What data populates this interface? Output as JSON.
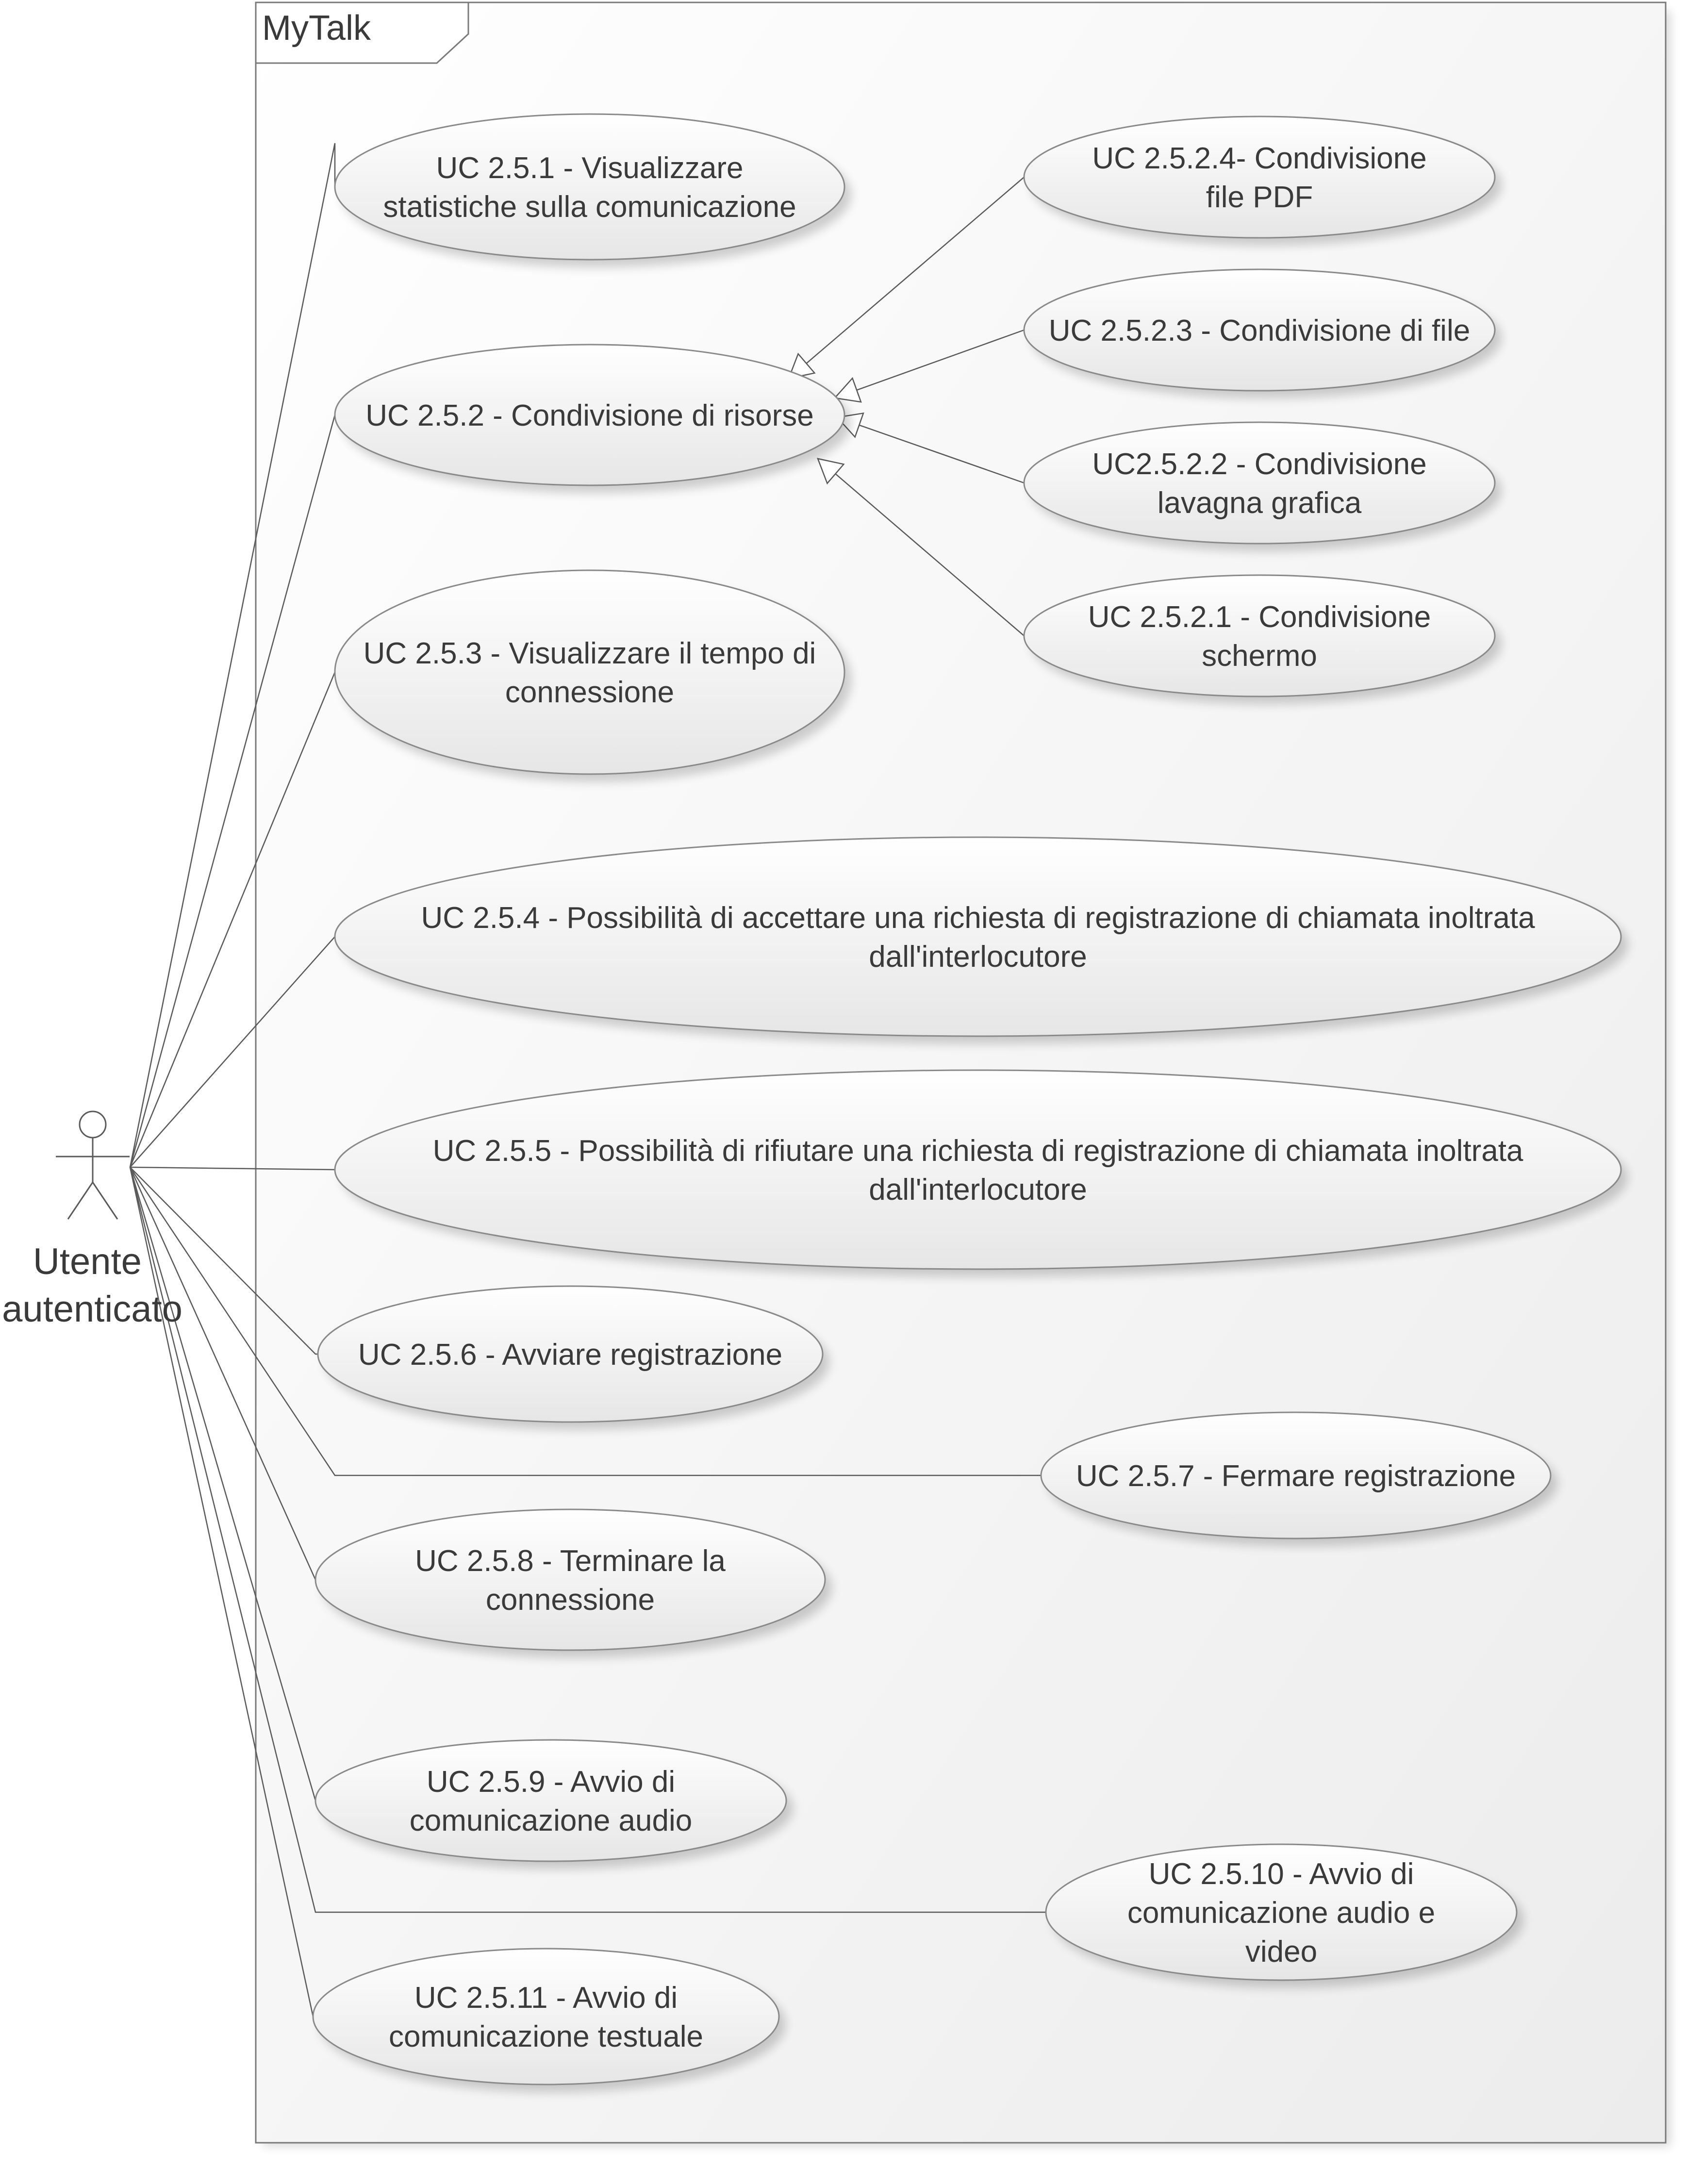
{
  "system": {
    "title": "MyTalk"
  },
  "actor": {
    "label_lines": [
      "Utente",
      "autenticato"
    ]
  },
  "use_cases": [
    {
      "id": "uc251",
      "lines": [
        "UC 2.5.1 - Visualizzare",
        "statistiche sulla comunicazione"
      ]
    },
    {
      "id": "uc252",
      "lines": [
        "UC 2.5.2 - Condivisione di risorse"
      ]
    },
    {
      "id": "uc2524",
      "lines": [
        "UC 2.5.2.4- Condivisione",
        "file PDF"
      ]
    },
    {
      "id": "uc2523",
      "lines": [
        "UC 2.5.2.3 - Condivisione di file"
      ]
    },
    {
      "id": "uc2522",
      "lines": [
        "UC2.5.2.2 - Condivisione",
        "lavagna grafica"
      ]
    },
    {
      "id": "uc2521",
      "lines": [
        "UC 2.5.2.1 - Condivisione",
        "schermo"
      ]
    },
    {
      "id": "uc253",
      "lines": [
        "UC 2.5.3 - Visualizzare il tempo di",
        "connessione"
      ]
    },
    {
      "id": "uc254",
      "lines": [
        "UC 2.5.4 - Possibilità di accettare una richiesta di registrazione di chiamata inoltrata",
        "dall'interlocutore"
      ]
    },
    {
      "id": "uc255",
      "lines": [
        "UC 2.5.5 - Possibilità di rifiutare una richiesta di registrazione di chiamata inoltrata",
        "dall'interlocutore"
      ]
    },
    {
      "id": "uc256",
      "lines": [
        "UC 2.5.6 - Avviare registrazione"
      ]
    },
    {
      "id": "uc257",
      "lines": [
        "UC 2.5.7 - Fermare registrazione"
      ]
    },
    {
      "id": "uc258",
      "lines": [
        "UC 2.5.8 - Terminare la",
        "connessione"
      ]
    },
    {
      "id": "uc259",
      "lines": [
        "UC 2.5.9 - Avvio di",
        "comunicazione audio"
      ]
    },
    {
      "id": "uc2510",
      "lines": [
        "UC 2.5.10 - Avvio di",
        "comunicazione audio e",
        "video"
      ]
    },
    {
      "id": "uc2511",
      "lines": [
        "UC 2.5.11 - Avvio di",
        "comunicazione testuale"
      ]
    }
  ],
  "associations": [
    "uc251",
    "uc252",
    "uc253",
    "uc254",
    "uc255",
    "uc256",
    "uc257",
    "uc258",
    "uc259",
    "uc2510",
    "uc2511"
  ],
  "generalizations": [
    {
      "from": "uc2524",
      "to": "uc252"
    },
    {
      "from": "uc2523",
      "to": "uc252"
    },
    {
      "from": "uc2522",
      "to": "uc252"
    },
    {
      "from": "uc2521",
      "to": "uc252"
    }
  ]
}
